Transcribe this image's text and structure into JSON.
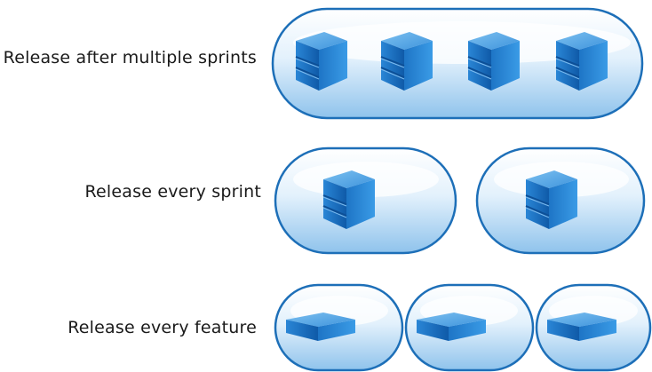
{
  "rows": [
    {
      "label": "Release after multiple sprints",
      "boxes": 4,
      "shape": "cube"
    },
    {
      "label": "Release every sprint",
      "boxes": 1,
      "shape": "cube"
    },
    {
      "label": "Release every feature",
      "boxes": 1,
      "shape": "slab"
    }
  ],
  "colors": {
    "pill_outline": "#1d6fb8",
    "pill_fill_light": "#ffffff",
    "pill_fill_dark": "#8fc3ec",
    "cube_top": "#5aa9e6",
    "cube_front": "#1b6fc0",
    "cube_side": "#2f8ad8",
    "stripe": "#0d4f96"
  }
}
